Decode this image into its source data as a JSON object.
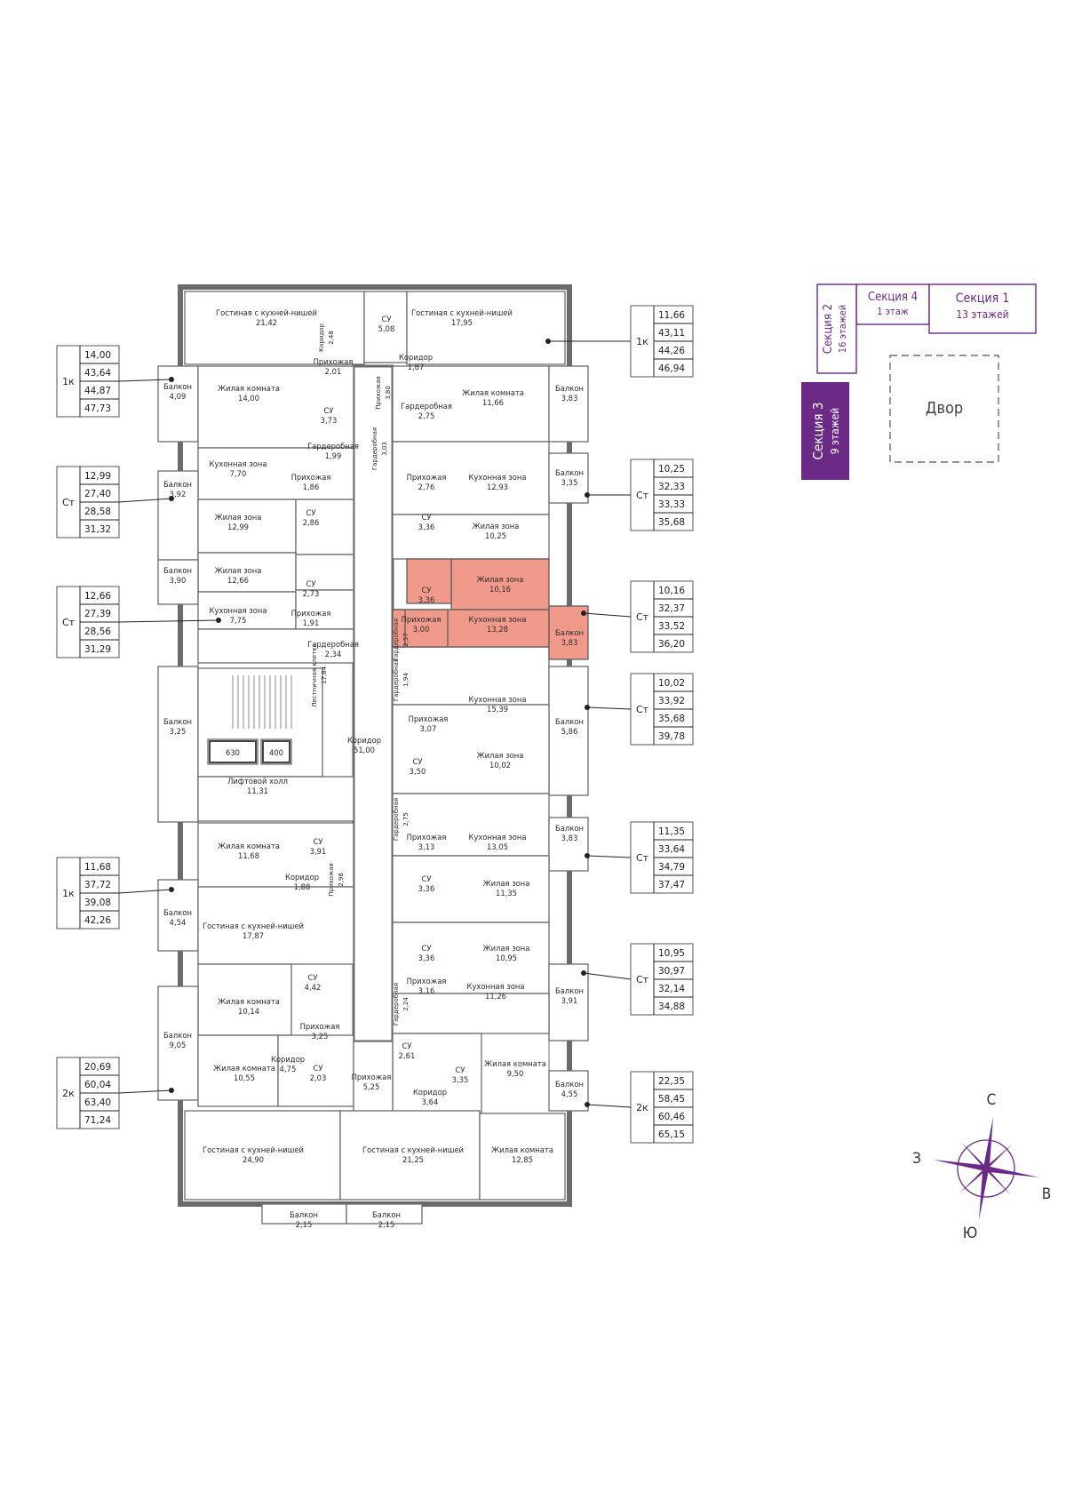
{
  "floor_plan": {
    "rooms": [
      {
        "id": "r1",
        "name": "Гостиная с кухней-нишей",
        "area": "21,42"
      },
      {
        "id": "r2",
        "name": "Гостиная с кухней-нишей",
        "area": "17,95"
      },
      {
        "id": "r3",
        "name": "СУ",
        "area": "5,08"
      },
      {
        "id": "r4",
        "name": "Коридор",
        "area": "2,48"
      },
      {
        "id": "r5",
        "name": "Прихожая",
        "area": "2,01"
      },
      {
        "id": "r6",
        "name": "Коридор",
        "area": "1,87"
      },
      {
        "id": "r7",
        "name": "Прихожая",
        "area": "3,80"
      },
      {
        "id": "r8",
        "name": "Балкон",
        "area": "4,09"
      },
      {
        "id": "r9",
        "name": "Жилая комната",
        "area": "14,00"
      },
      {
        "id": "r10",
        "name": "СУ",
        "area": "3,73"
      },
      {
        "id": "r11",
        "name": "Гардеробная",
        "area": "1,99"
      },
      {
        "id": "r12",
        "name": "Гардеробная",
        "area": "2,75"
      },
      {
        "id": "r13",
        "name": "Жилая комната",
        "area": "11,66"
      },
      {
        "id": "r14",
        "name": "Балкон",
        "area": "3,83"
      },
      {
        "id": "r15",
        "name": "Кухонная зона",
        "area": "7,70"
      },
      {
        "id": "r16",
        "name": "Прихожая",
        "area": "1,86"
      },
      {
        "id": "r17",
        "name": "Балкон",
        "area": "3,92"
      },
      {
        "id": "r18",
        "name": "Гардеробная",
        "area": "3,03"
      },
      {
        "id": "r19",
        "name": "Прихожая",
        "area": "2,76"
      },
      {
        "id": "r20",
        "name": "Кухонная зона",
        "area": "12,93"
      },
      {
        "id": "r21",
        "name": "Балкон",
        "area": "3,35"
      },
      {
        "id": "r22",
        "name": "Жилая зона",
        "area": "12,99"
      },
      {
        "id": "r23",
        "name": "СУ",
        "area": "2,86"
      },
      {
        "id": "r24",
        "name": "СУ",
        "area": "3,36"
      },
      {
        "id": "r25",
        "name": "Жилая зона",
        "area": "10,25"
      },
      {
        "id": "r26",
        "name": "Балкон",
        "area": "3,90"
      },
      {
        "id": "r27",
        "name": "Жилая зона",
        "area": "12,66"
      },
      {
        "id": "r28",
        "name": "СУ",
        "area": "2,73"
      },
      {
        "id": "r29",
        "name": "СУ",
        "area": "3,36"
      },
      {
        "id": "r30",
        "name": "Жилая зона",
        "area": "10,16"
      },
      {
        "id": "r31",
        "name": "Кухонная зона",
        "area": "7,75"
      },
      {
        "id": "r32",
        "name": "Прихожая",
        "area": "1,91"
      },
      {
        "id": "r33",
        "name": "Гардеробная",
        "area": "2,34"
      },
      {
        "id": "r34",
        "name": "Прихожая",
        "area": "3,00"
      },
      {
        "id": "r35",
        "name": "Гардеробная",
        "area": "2,57"
      },
      {
        "id": "r36",
        "name": "Кухонная зона",
        "area": "13,28"
      },
      {
        "id": "r37",
        "name": "Балкон",
        "area": "3,83"
      },
      {
        "id": "r38",
        "name": "Лестничная клетка",
        "area": "17,84"
      },
      {
        "id": "r39",
        "name": "Гардеробная",
        "area": "1,94"
      },
      {
        "id": "r40",
        "name": "Кухонная зона",
        "area": "15,39"
      },
      {
        "id": "r41",
        "name": "Прихожая",
        "area": "3,07"
      },
      {
        "id": "r42",
        "name": "Балкон",
        "area": "3,25"
      },
      {
        "id": "r43",
        "name": "Коридор",
        "area": "51,00"
      },
      {
        "id": "r44",
        "name": "Жилая зона",
        "area": "10,02"
      },
      {
        "id": "r45",
        "name": "Балкон",
        "area": "5,86"
      },
      {
        "id": "r46",
        "name": "СУ",
        "area": "3,50"
      },
      {
        "id": "r47",
        "name": "Лифтовой холл",
        "area": "11,31"
      },
      {
        "id": "r48",
        "name": "Гардеробная",
        "area": "2,75"
      },
      {
        "id": "r49",
        "name": "Жилая комната",
        "area": "11,68"
      },
      {
        "id": "r50",
        "name": "СУ",
        "area": "3,91"
      },
      {
        "id": "r51",
        "name": "Прихожая",
        "area": "3,13"
      },
      {
        "id": "r52",
        "name": "Кухонная зона",
        "area": "13,05"
      },
      {
        "id": "r53",
        "name": "Балкон",
        "area": "3,83"
      },
      {
        "id": "r54",
        "name": "Коридор",
        "area": "1,88"
      },
      {
        "id": "r55",
        "name": "Прихожая",
        "area": "2,98"
      },
      {
        "id": "r56",
        "name": "СУ",
        "area": "3,36"
      },
      {
        "id": "r57",
        "name": "Жилая зона",
        "area": "11,35"
      },
      {
        "id": "r58",
        "name": "Балкон",
        "area": "4,54"
      },
      {
        "id": "r59",
        "name": "Гостиная с кухней-нишей",
        "area": "17,87"
      },
      {
        "id": "r60",
        "name": "СУ",
        "area": "3,36"
      },
      {
        "id": "r61",
        "name": "Жилая зона",
        "area": "10,95"
      },
      {
        "id": "r62",
        "name": "СУ",
        "area": "4,42"
      },
      {
        "id": "r63",
        "name": "Прихожая",
        "area": "3,16"
      },
      {
        "id": "r64",
        "name": "Кухонная зона",
        "area": "11,26"
      },
      {
        "id": "r65",
        "name": "Балкон",
        "area": "3,91"
      },
      {
        "id": "r66",
        "name": "Жилая комната",
        "area": "10,14"
      },
      {
        "id": "r67",
        "name": "Гардеробная",
        "area": "2,24"
      },
      {
        "id": "r68",
        "name": "Балкон",
        "area": "9,05"
      },
      {
        "id": "r69",
        "name": "Прихожая",
        "area": "3,25"
      },
      {
        "id": "r70",
        "name": "Коридор",
        "area": "4,75"
      },
      {
        "id": "r71",
        "name": "СУ",
        "area": "2,03"
      },
      {
        "id": "r72",
        "name": "Прихожая",
        "area": "5,25"
      },
      {
        "id": "r73",
        "name": "СУ",
        "area": "2,61"
      },
      {
        "id": "r74",
        "name": "СУ",
        "area": "3,35"
      },
      {
        "id": "r75",
        "name": "Жилая комната",
        "area": "9,50"
      },
      {
        "id": "r76",
        "name": "Жилая комната",
        "area": "10,55"
      },
      {
        "id": "r77",
        "name": "Коридор",
        "area": "3,64"
      },
      {
        "id": "r78",
        "name": "Балкон",
        "area": "4,55"
      },
      {
        "id": "r79",
        "name": "Гостиная с кухней-нишей",
        "area": "24,90"
      },
      {
        "id": "r80",
        "name": "Гостиная с кухней-нишей",
        "area": "21,25"
      },
      {
        "id": "r81",
        "name": "Жилая комната",
        "area": "12,85"
      },
      {
        "id": "r82",
        "name": "Балкон",
        "area": "2,15"
      },
      {
        "id": "r83",
        "name": "Балкон",
        "area": "2,15"
      }
    ],
    "elevators": [
      "630",
      "400"
    ],
    "highlight_color": "#f19a8c"
  },
  "apartments": [
    {
      "type": "1к",
      "values": [
        "14,00",
        "43,64",
        "44,87",
        "47,73"
      ]
    },
    {
      "type": "Ст",
      "values": [
        "12,99",
        "27,40",
        "28,58",
        "31,32"
      ]
    },
    {
      "type": "Ст",
      "values": [
        "12,66",
        "27,39",
        "28,56",
        "31,29"
      ]
    },
    {
      "type": "1к",
      "values": [
        "11,68",
        "37,72",
        "39,08",
        "42,26"
      ]
    },
    {
      "type": "2к",
      "values": [
        "20,69",
        "60,04",
        "63,40",
        "71,24"
      ]
    },
    {
      "type": "1к",
      "values": [
        "11,66",
        "43,11",
        "44,26",
        "46,94"
      ]
    },
    {
      "type": "Ст",
      "values": [
        "10,25",
        "32,33",
        "33,33",
        "35,68"
      ]
    },
    {
      "type": "Ст",
      "values": [
        "10,16",
        "32,37",
        "33,52",
        "36,20"
      ]
    },
    {
      "type": "Ст",
      "values": [
        "10,02",
        "33,92",
        "35,68",
        "39,78"
      ]
    },
    {
      "type": "Ст",
      "values": [
        "11,35",
        "33,64",
        "34,79",
        "37,47"
      ]
    },
    {
      "type": "Ст",
      "values": [
        "10,95",
        "30,97",
        "32,14",
        "34,88"
      ]
    },
    {
      "type": "2к",
      "values": [
        "22,35",
        "58,45",
        "60,46",
        "65,15"
      ]
    }
  ],
  "key_plan": {
    "section4": {
      "name": "Секция 4",
      "floors": "1 этаж"
    },
    "section1": {
      "name": "Секция 1",
      "floors": "13 этажей"
    },
    "section2": {
      "name": "Секция 2",
      "floors": "16 этажей"
    },
    "section3": {
      "name": "Секция 3",
      "floors": "9 этажей"
    },
    "yard": "Двор",
    "accent_color": "#6a2a86"
  },
  "compass": {
    "n": "С",
    "s": "Ю",
    "w": "З",
    "e": "В",
    "color": "#6a2a86"
  }
}
